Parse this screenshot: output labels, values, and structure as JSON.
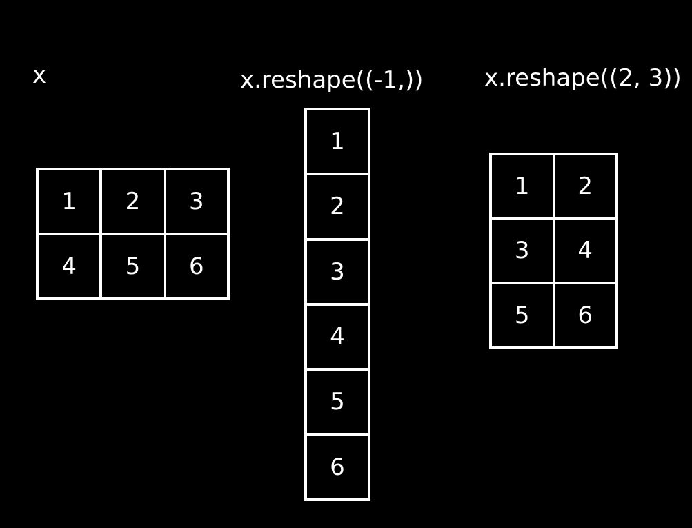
{
  "arrays": [
    {
      "id": "x",
      "label": "x",
      "rows": 2,
      "cols": 3,
      "cells": [
        "1",
        "2",
        "3",
        "4",
        "5",
        "6"
      ]
    },
    {
      "id": "flat",
      "label": "x.reshape((-1,))",
      "rows": 6,
      "cols": 1,
      "cells": [
        "1",
        "2",
        "3",
        "4",
        "5",
        "6"
      ]
    },
    {
      "id": "reshape23",
      "label": "x.reshape((2, 3))",
      "rows": 3,
      "cols": 2,
      "cells": [
        "1",
        "2",
        "3",
        "4",
        "5",
        "6"
      ]
    }
  ],
  "colors": {
    "background": "#000000",
    "foreground": "#ffffff"
  }
}
